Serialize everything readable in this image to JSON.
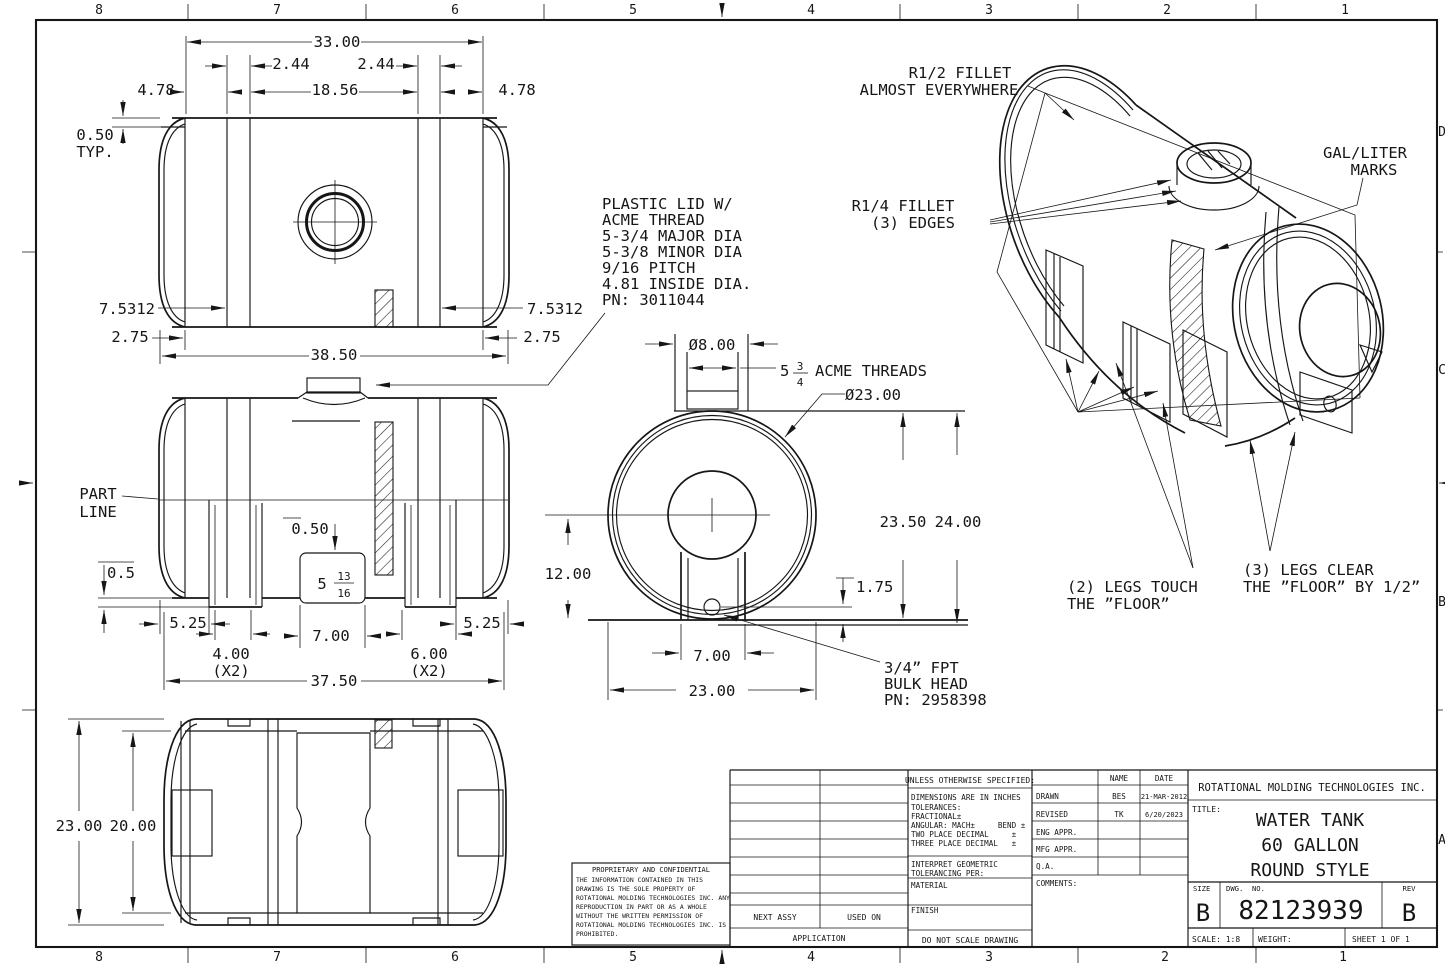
{
  "sheet": {
    "zones_top": [
      "8",
      "7",
      "6",
      "5",
      "4",
      "3",
      "2",
      "1"
    ],
    "zones_bottom": [
      "8",
      "7",
      "6",
      "5",
      "4",
      "3",
      "2",
      "1"
    ],
    "zone_letters_right": [
      "D",
      "C",
      "B",
      "A"
    ]
  },
  "front_view": {
    "dim_33": "33.00",
    "dim_244_l": "2.44",
    "dim_244_r": "2.44",
    "dim_478_l": "4.78",
    "dim_1856": "18.56",
    "dim_478_r": "4.78",
    "dim_050": "0.50",
    "dim_050_typ": "TYP.",
    "dim_75312_l": "7.5312",
    "dim_75312_r": "7.5312",
    "dim_275_l": "2.75",
    "dim_275_r": "2.75",
    "dim_3850": "38.50"
  },
  "side_view": {
    "part_label_1": "PART",
    "part_label_2": "LINE",
    "dim_050": "0.50",
    "dim_05": "0.5",
    "height_whole": "5",
    "height_num": "13",
    "height_den": "16",
    "dim_525_l": "5.25",
    "dim_400": "4.00",
    "dim_400_qty": "(X2)",
    "dim_700": "7.00",
    "dim_600": "6.00",
    "dim_600_qty": "(X2)",
    "dim_525_r": "5.25",
    "dim_3750": "37.50"
  },
  "plan_view": {
    "dim_2300": "23.00",
    "dim_2000": "20.00"
  },
  "end_view": {
    "lid_note": [
      "PLASTIC LID W/",
      "ACME THREAD",
      "5-3/4 MAJOR DIA",
      "5-3/8 MINOR DIA",
      "9/16 PITCH",
      "4.81 INSIDE DIA.",
      "PN: 3011044"
    ],
    "dim_dia8": "Ø8.00",
    "acme_whole": "5",
    "acme_num": "3",
    "acme_den": "4",
    "acme_label": "ACME THREADS",
    "dim_dia23": "Ø23.00",
    "dim_2350": "23.50",
    "dim_2400": "24.00",
    "dim_1200": "12.00",
    "dim_175": "1.75",
    "dim_700": "7.00",
    "dim_2300": "23.00",
    "bulkhead_note": [
      "3/4” FPT",
      "BULK HEAD",
      "PN: 2958398"
    ]
  },
  "iso_view": {
    "fillet_r12": [
      "R1/2 FILLET",
      "ALMOST EVERYWHERE"
    ],
    "fillet_r14": [
      "R1/4 FILLET",
      "(3) EDGES"
    ],
    "gal_marks": [
      "GAL/LITER",
      "MARKS"
    ],
    "legs_touch": [
      "(2) LEGS TOUCH",
      "THE ”FLOOR”"
    ],
    "legs_clear": [
      "(3) LEGS CLEAR",
      "THE ”FLOOR” BY 1/2”"
    ]
  },
  "title_block": {
    "unless": "UNLESS OTHERWISE SPECIFIED:",
    "spec_lines": [
      "DIMENSIONS ARE IN INCHES",
      "TOLERANCES:",
      "FRACTIONAL±",
      "ANGULAR: MACH±     BEND ±",
      "TWO PLACE DECIMAL     ±",
      "THREE PLACE DECIMAL   ±"
    ],
    "interpret_1": "INTERPRET GEOMETRIC",
    "interpret_2": "TOLERANCING PER:",
    "material": "MATERIAL",
    "finish": "FINISH",
    "do_not_scale": "DO NOT SCALE DRAWING",
    "next_assy": "NEXT ASSY",
    "used_on": "USED ON",
    "application": "APPLICATION",
    "name_hdr": "NAME",
    "date_hdr": "DATE",
    "approvals": [
      {
        "label": "DRAWN",
        "name": "BES",
        "date": "21-MAR-2012"
      },
      {
        "label": "REVISED",
        "name": "TK",
        "date": "6/20/2023"
      },
      {
        "label": "ENG APPR.",
        "name": "",
        "date": ""
      },
      {
        "label": "MFG APPR.",
        "name": "",
        "date": ""
      },
      {
        "label": "Q.A.",
        "name": "",
        "date": ""
      }
    ],
    "comments": "COMMENTS:",
    "company": "ROTATIONAL MOLDING TECHNOLOGIES INC.",
    "title_label": "TITLE:",
    "title_lines": [
      "WATER TANK",
      "60 GALLON",
      "ROUND STYLE"
    ],
    "size_label": "SIZE",
    "size": "B",
    "dwg_label": "DWG.  NO.",
    "dwg_no": "82123939",
    "rev_label": "REV",
    "rev": "B",
    "scale": "SCALE: 1:8",
    "weight": "WEIGHT:",
    "sheet": "SHEET 1 OF 1",
    "proprietary": {
      "title": "PROPRIETARY AND CONFIDENTIAL",
      "lines": [
        "THE INFORMATION CONTAINED IN THIS",
        "DRAWING IS THE SOLE PROPERTY OF",
        "ROTATIONAL MOLDING TECHNOLOGIES INC. ANY",
        "REPRODUCTION IN PART OR AS A WHOLE",
        "WITHOUT THE WRITTEN PERMISSION OF",
        "ROTATIONAL MOLDING TECHNOLOGIES INC. IS",
        "PROHIBITED."
      ]
    }
  }
}
